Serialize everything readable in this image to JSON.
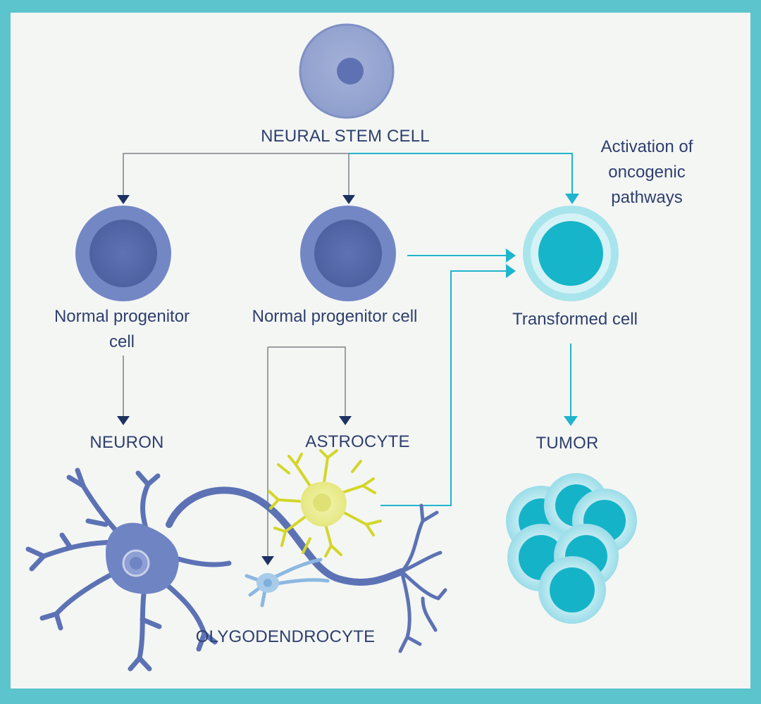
{
  "labels": {
    "neural_stem_cell": "NEURAL STEM CELL",
    "activation": [
      "Activation of",
      "oncogenic",
      "pathways"
    ],
    "progenitor_left": [
      "Normal progenitor",
      "cell"
    ],
    "progenitor_mid": "Normal progenitor cell",
    "transformed_cell": "Transformed cell",
    "neuron": "NEURON",
    "astrocyte": "ASTROCYTE",
    "tumor": "TUMOR",
    "oligodendrocyte": "OLYGODENDROCYTE"
  },
  "colors": {
    "border": "#5bc4cc",
    "background": "#f4f6f4",
    "text": "#2e3f6e",
    "normal_cell": "#6f83c1",
    "normal_cell_dark": "#4f62a4",
    "transformed_cell": "#16b5c9",
    "transformed_halo": "#a8e4ec",
    "normal_arrow": "#7c8287",
    "oncogenic_arrow": "#1fb5cc",
    "neuron_color": "#5c72b4",
    "astrocyte_color": "#d9d92a",
    "oligodendrocyte_color": "#8cb8e0"
  }
}
